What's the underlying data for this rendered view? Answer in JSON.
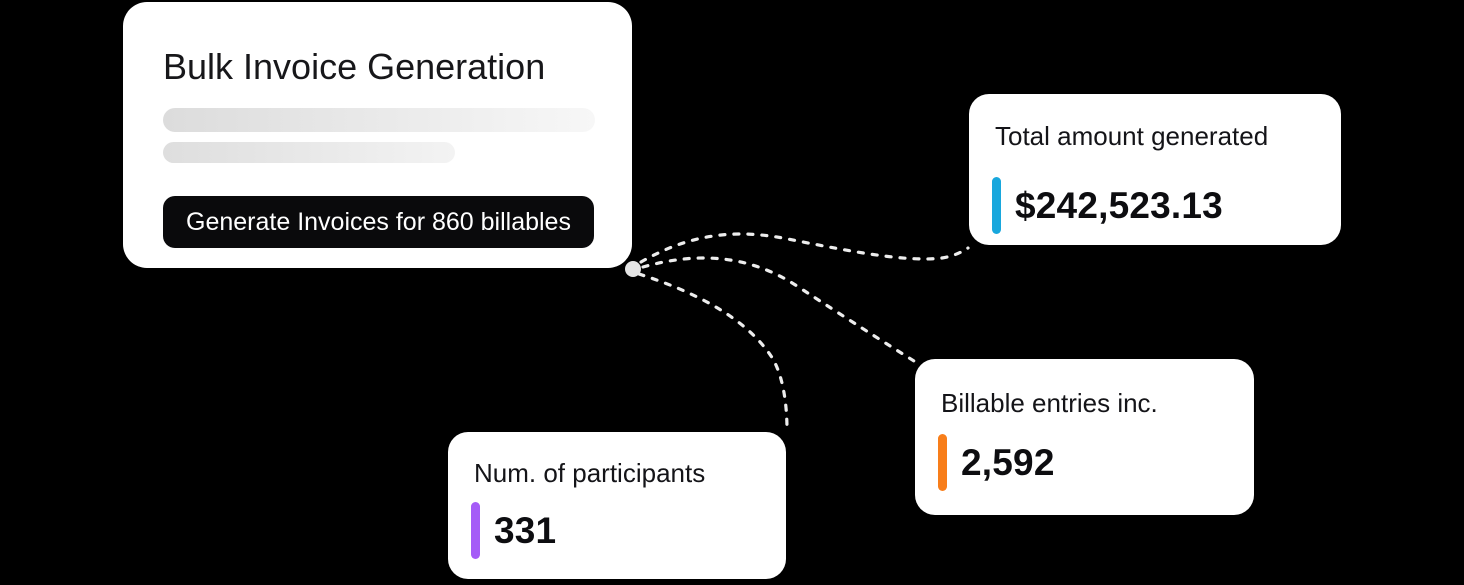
{
  "canvas": {
    "background": "#000000"
  },
  "main_card": {
    "title": "Bulk Invoice Generation",
    "button_label": "Generate Invoices for 860 billables"
  },
  "stat_cards": {
    "total_amount": {
      "label": "Total amount generated",
      "value": "$242,523.13",
      "accent": "#18a7dd"
    },
    "billable_entries": {
      "label": "Billable entries inc.",
      "value": "2,592",
      "accent": "#f87e1a"
    },
    "participants": {
      "label": "Num. of participants",
      "value": "331",
      "accent": "#a55cf7"
    }
  },
  "icons": {
    "connector_origin": "connector-origin-dot",
    "accent_bars": [
      "blue-accent-bar",
      "orange-accent-bar",
      "purple-accent-bar"
    ]
  },
  "colors": {
    "card_background": "#ffffff",
    "text_primary": "#17171a",
    "button_background": "#0a0a0c",
    "button_text": "#ffffff",
    "connector": "#ededed",
    "skeleton_start": "#dcdcdc",
    "skeleton_end": "#f6f6f6"
  }
}
